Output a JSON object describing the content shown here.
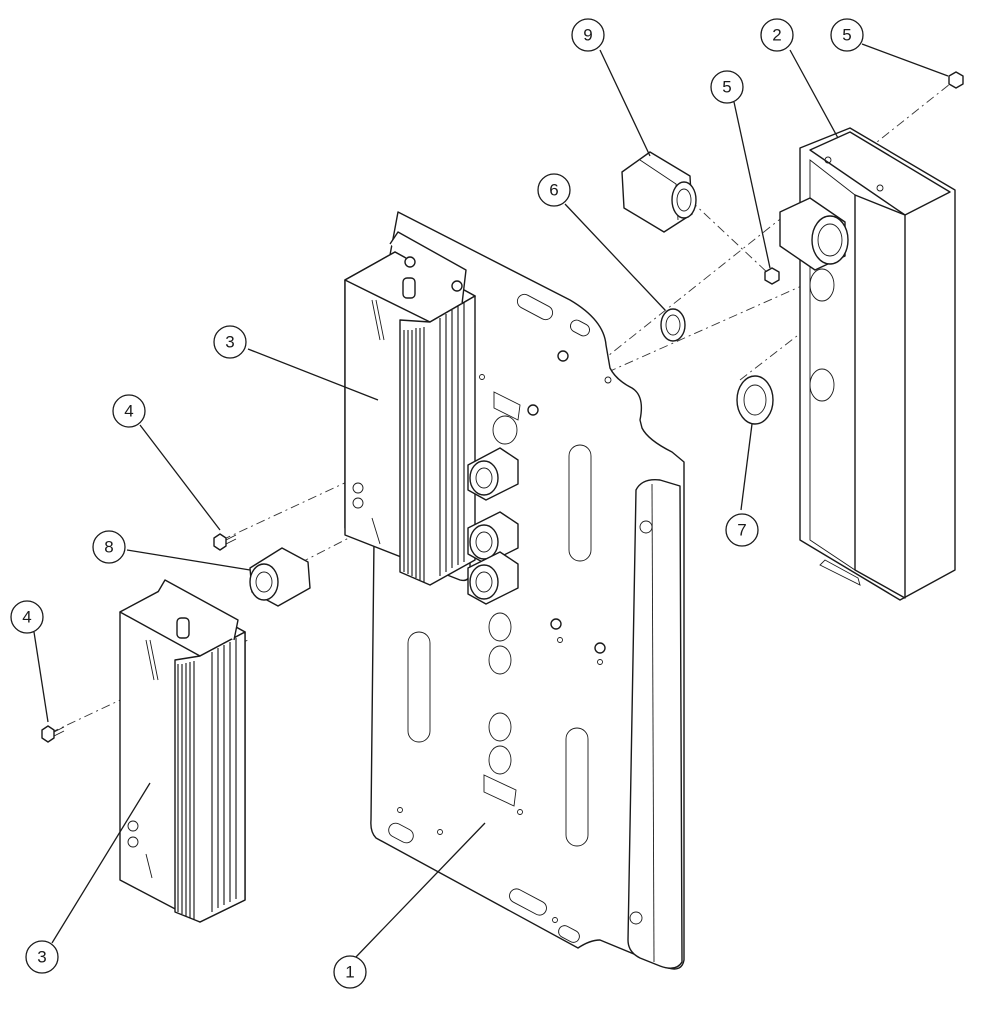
{
  "callouts": [
    {
      "label": "1"
    },
    {
      "label": "2"
    },
    {
      "label": "3"
    },
    {
      "label": "3"
    },
    {
      "label": "4"
    },
    {
      "label": "4"
    },
    {
      "label": "5"
    },
    {
      "label": "5"
    },
    {
      "label": "6"
    },
    {
      "label": "7"
    },
    {
      "label": "8"
    },
    {
      "label": "9"
    }
  ]
}
